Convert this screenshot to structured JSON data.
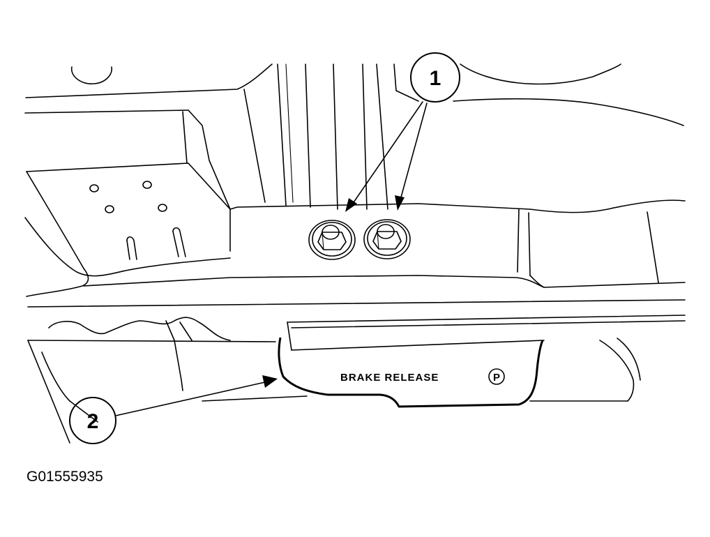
{
  "figure": {
    "id_label": "G01555935"
  },
  "callouts": [
    {
      "number": "1"
    },
    {
      "number": "2"
    }
  ],
  "pedal_label": {
    "text": "BRAKE RELEASE",
    "symbol": "P"
  },
  "colors": {
    "line": "#000000",
    "background": "#ffffff"
  }
}
